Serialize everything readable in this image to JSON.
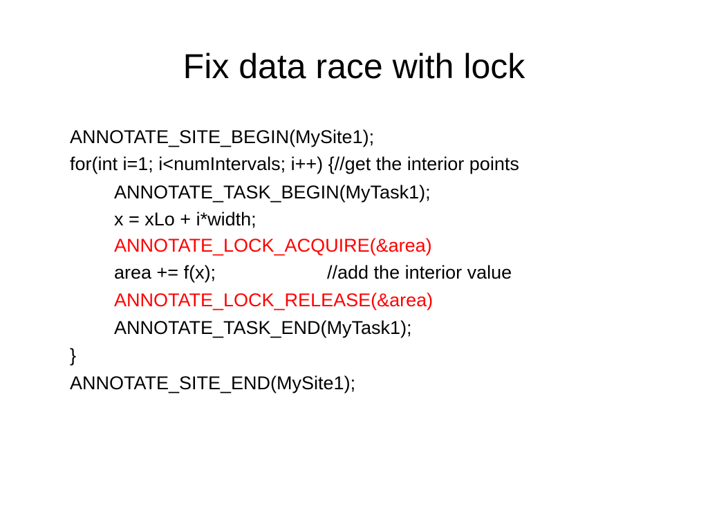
{
  "slide": {
    "title": "Fix data race with lock",
    "accent_color": "#ff0000",
    "lines": {
      "site_begin": "ANNOTATE_SITE_BEGIN(MySite1);",
      "for_loop": "for(int i=1; i<numIntervals; i++) {//get the interior points",
      "task_begin": "ANNOTATE_TASK_BEGIN(MyTask1);",
      "x_assign": "x = xLo + i*width;",
      "lock_acquire": "ANNOTATE_LOCK_ACQUIRE(&area)",
      "area_add": "area += f(x);",
      "area_comment": "//add the interior value",
      "lock_release": "ANNOTATE_LOCK_RELEASE(&area)",
      "task_end": "ANNOTATE_TASK_END(MyTask1);",
      "close_brace": "}",
      "site_end": "ANNOTATE_SITE_END(MySite1);"
    }
  }
}
